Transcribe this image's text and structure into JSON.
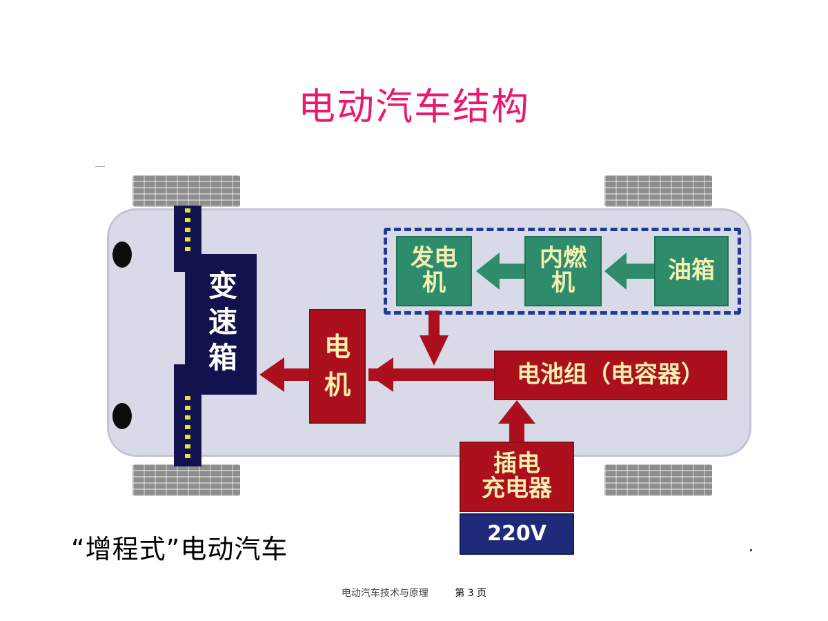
{
  "title": "电动汽车结构",
  "colors": {
    "title": "#e8196e",
    "green_block": "#2e8b6c",
    "red_block": "#ad101d",
    "navy_block": "#202a7a",
    "block_text": "#f3f0b0",
    "green_arrow": "#2e8b6c",
    "red_arrow": "#ad101d",
    "dashed_border": "#1f3a9a",
    "car_body": "#d9dae8"
  },
  "diagram": {
    "gearbox": "变速箱",
    "generator": "发电\n机",
    "engine": "内燃\n机",
    "fuel_tank": "油箱",
    "motor": "电\n机",
    "battery": "电池组（电容器）",
    "charger": "插电\n充电器",
    "voltage": "220V"
  },
  "caption": "“增程式”电动汽车",
  "footer": {
    "course": "电动汽车技术与原理",
    "page": "第 3 页"
  }
}
